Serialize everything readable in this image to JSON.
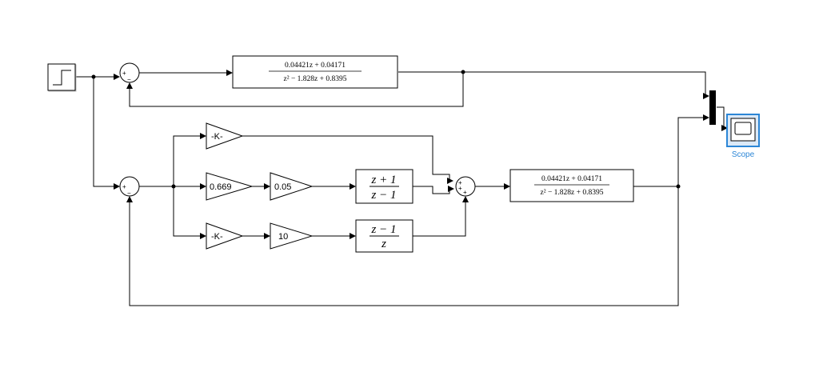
{
  "diagram": {
    "plant_top": {
      "num": "0.04421z + 0.04171",
      "den": "z² − 1.828z + 0.8395"
    },
    "plant_bottom": {
      "num": "0.04421z + 0.04171",
      "den": "z² − 1.828z + 0.8395"
    },
    "gain_k1": "-K-",
    "gain_0669": "0.669",
    "gain_005": "0.05",
    "gain_k2": "-K-",
    "gain_10": "10",
    "integrator": {
      "num": "z + 1",
      "den": "z − 1"
    },
    "derivative": {
      "num": "z − 1",
      "den": "z"
    },
    "sum1_signs": {
      "a": "+",
      "b": "−"
    },
    "sum2_signs": {
      "a": "+",
      "b": "−"
    },
    "sum3_signs": {
      "a": "+",
      "b": "+",
      "c": "+"
    },
    "scope_label": "Scope",
    "colors": {
      "scope_accent": "#2c86d6"
    }
  }
}
